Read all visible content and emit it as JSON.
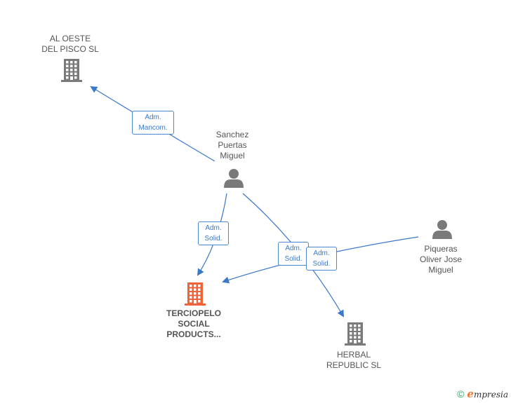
{
  "nodes": {
    "al_oeste": {
      "lines": [
        "AL OESTE",
        "DEL PISCO  SL"
      ],
      "kind": "company"
    },
    "sanchez": {
      "lines": [
        "Sanchez",
        "Puertas",
        "Miguel"
      ],
      "kind": "person"
    },
    "terciopelo": {
      "lines": [
        "TERCIOPELO",
        "SOCIAL",
        "PRODUCTS..."
      ],
      "kind": "company",
      "focus": true
    },
    "herbal": {
      "lines": [
        "HERBAL",
        "REPUBLIC  SL"
      ],
      "kind": "company"
    },
    "piqueras": {
      "lines": [
        "Piqueras",
        "Oliver Jose",
        "Miguel"
      ],
      "kind": "person"
    }
  },
  "edges": [
    {
      "from": "sanchez",
      "to": "al_oeste",
      "label": [
        "Adm.",
        "Mancom."
      ]
    },
    {
      "from": "sanchez",
      "to": "terciopelo",
      "label": [
        "Adm.",
        "Solid."
      ]
    },
    {
      "from": "sanchez",
      "to": "herbal",
      "label": [
        "Adm.",
        "Solid."
      ]
    },
    {
      "from": "piqueras",
      "to": "terciopelo",
      "label": [
        "Adm.",
        "Solid."
      ]
    }
  ],
  "colors": {
    "company": "#7a7a7a",
    "company_focus": "#f0623a",
    "person": "#7a7a7a",
    "edge": "#3b78c8"
  },
  "icons": {
    "company": "building-icon",
    "person": "person-icon"
  },
  "footer": {
    "copyright_symbol": "©",
    "brand_initial": "e",
    "brand_rest": "mpresia"
  }
}
